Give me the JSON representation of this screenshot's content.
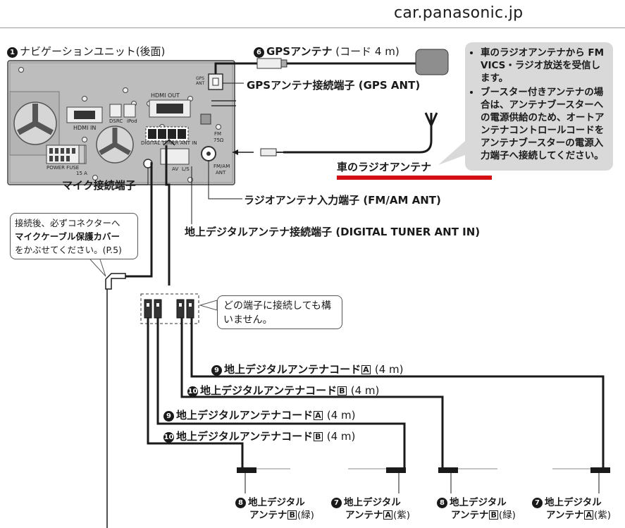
{
  "header": {
    "site": "car.panasonic.jp"
  },
  "unit": {
    "num": "1",
    "title": "ナビゲーションユニット(後面)",
    "port_labels": {
      "hdmi_out": "HDMI OUT",
      "hdmi_in": "HDMI IN",
      "dsrc": "DSRC",
      "ipod": "iPod",
      "gps_ant": "GPS ANT",
      "digital_tuner": "DIGITAL TUNER ANT IN",
      "power_fuse": "POWER FUSE",
      "fuse_rating": "15 A",
      "fm": "FM",
      "fm_impedance": "75Ω",
      "fm_am": "FM/AM",
      "ant": "ANT",
      "av": "AV",
      "l_s": "L/S"
    }
  },
  "gps": {
    "num": "6",
    "label": "GPSアンテナ",
    "cord": "(コード 4 m)",
    "port": "GPSアンテナ接続端子 (GPS ANT)"
  },
  "radio": {
    "antenna": "車のラジオアンテナ",
    "port": "ラジオアンテナ入力端子 (FM/AM ANT)"
  },
  "mic": {
    "port": "マイク接続端子"
  },
  "digital": {
    "port": "地上デジタルアンテナ接続端子 (DIGITAL TUNER ANT IN)"
  },
  "notes": {
    "right": [
      "車のラジオアンテナから FM VICS・ラジオ放送を受信します。",
      "ブースター付きアンテナの場合は、アンテナブースターへの電源供給のため、オートアンテナコントロールコードをアンテナブースターの電源入力端子へ接続してください。"
    ],
    "left_1": "接続後、必ずコネクターへ",
    "left_bold": "マイクケーブル保護カバー",
    "left_2": "をかぶせてください。(P.5)",
    "ports": "どの端子に接続しても構いません。"
  },
  "cords": [
    {
      "num": "9",
      "label": "地上デジタルアンテナコード",
      "box": "A",
      "len": "(4 m)"
    },
    {
      "num": "10",
      "label": "地上デジタルアンテナコード",
      "box": "B",
      "len": "(4 m)"
    },
    {
      "num": "9",
      "label": "地上デジタルアンテナコード",
      "box": "A",
      "len": "(4 m)"
    },
    {
      "num": "10",
      "label": "地上デジタルアンテナコード",
      "box": "B",
      "len": "(4 m)"
    }
  ],
  "antennas": [
    {
      "num": "8",
      "line1": "地上デジタル",
      "line2": "アンテナ",
      "box": "B",
      "color": "(緑)"
    },
    {
      "num": "7",
      "line1": "地上デジタル",
      "line2": "アンテナ",
      "box": "A",
      "color": "(紫)"
    },
    {
      "num": "8",
      "line1": "地上デジタル",
      "line2": "アンテナ",
      "box": "B",
      "color": "(緑)"
    },
    {
      "num": "7",
      "line1": "地上デジタル",
      "line2": "アンテナ",
      "box": "A",
      "color": "(紫)"
    }
  ],
  "colors": {
    "accent_red": "#d40f14",
    "note_gray": "#d9d9d9",
    "unit_gray": "#bdbdbd"
  }
}
